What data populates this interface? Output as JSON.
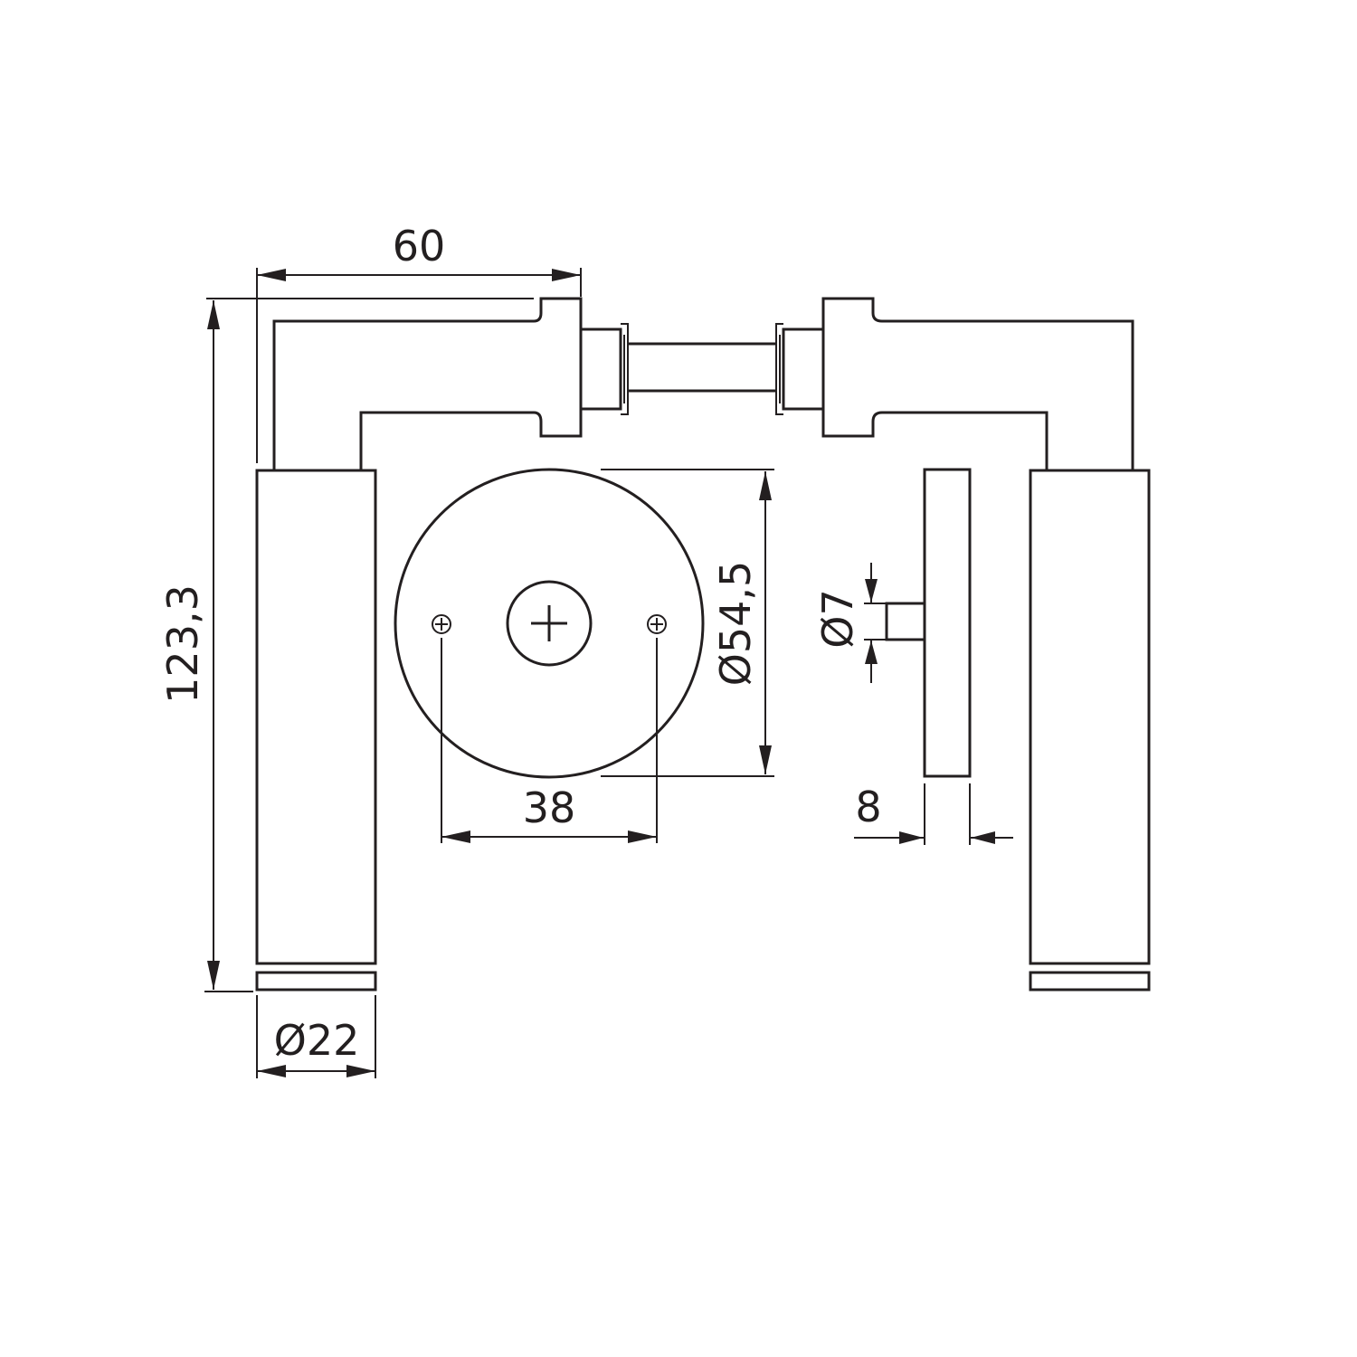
{
  "drawing": {
    "subject": "door-lever-handle-set",
    "dimensions": {
      "lever_projection": "60",
      "overall_height": "123,3",
      "grip_diameter": "Ø22",
      "rose_diameter": "Ø54,5",
      "screw_spacing": "38",
      "spindle_diameter": "Ø7",
      "rose_thickness": "8"
    },
    "colors": {
      "line": "#231f20",
      "background": "#ffffff"
    }
  }
}
